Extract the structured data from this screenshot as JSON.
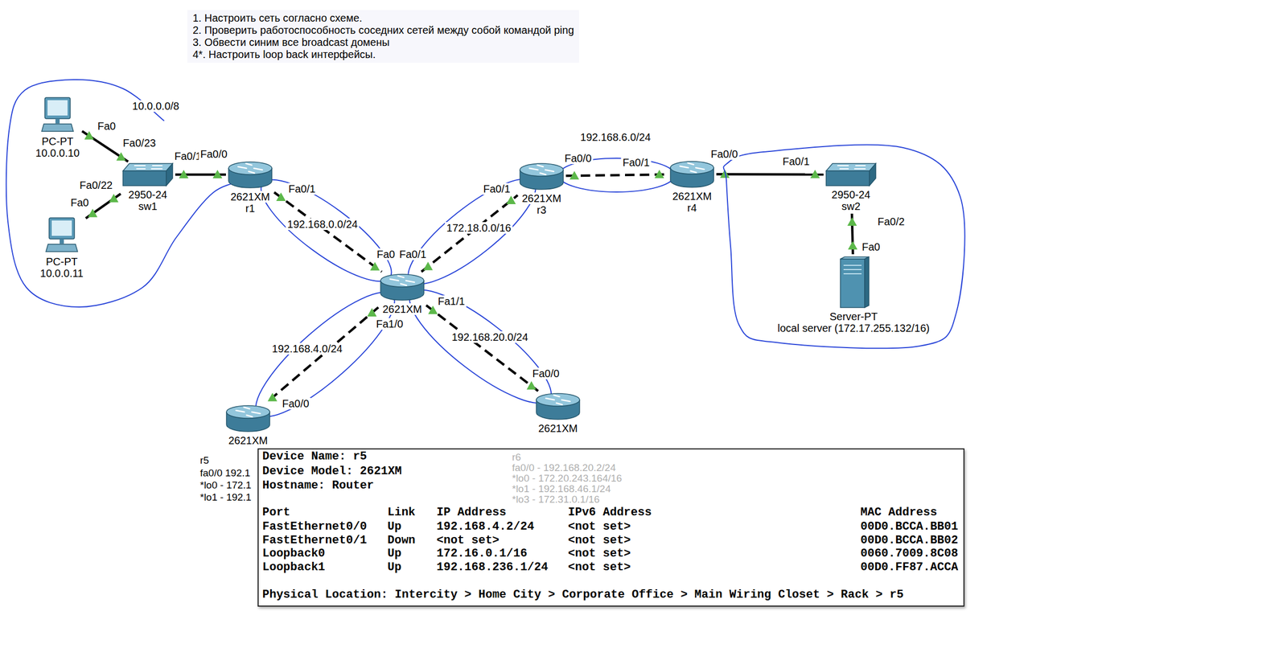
{
  "diagram": {
    "nodes": [
      {
        "text": [
          "1. Настроить сеть согласно схеме.",
          "2. Проверить работоспособность соседних сетей между собой командой ping",
          "3. Обвести синим все broadcast домены",
          "4*. Настроить loop back интерфейсы."
        ]
      },
      {
        "text": [
          "PC-PT",
          "10.0.0.10"
        ]
      },
      {
        "text": [
          "PC-PT",
          "10.0.0.11"
        ]
      },
      {
        "text": [
          "2950-24",
          "sw1"
        ]
      },
      {
        "text": [
          "2621XM",
          "r1"
        ]
      },
      {
        "text": [
          "2621XM"
        ]
      },
      {
        "text": [
          "2621XM",
          "r3"
        ]
      },
      {
        "text": [
          "2621XM",
          "r4"
        ]
      },
      {
        "text": [
          "2950-24",
          "sw2"
        ]
      },
      {
        "text": [
          "Server-PT",
          "local server (172.17.255.132/16)"
        ]
      },
      {
        "text": [
          "2621XM"
        ]
      },
      {
        "text": [
          "2621XM"
        ]
      },
      {
        "text": [
          "Device Name: r5",
          "Device Model: 2621XM",
          "Hostname: Router",
          "Port",
          "Link",
          "IP Address",
          "IPv6 Address",
          "MAC Address",
          "FastEthernet0/0",
          "Up",
          "192.168.4.2/24",
          "<not set>",
          "00D0.BCCA.BB01",
          "FastEthernet0/1",
          "Down",
          "<not set>",
          "<not set>",
          "00D0.BCCA.BB02",
          "Loopback0",
          "Up",
          "172.16.0.1/16",
          "<not set>",
          "0060.7009.8C08",
          "Loopback1",
          "Up",
          "192.168.236.1/24",
          "<not set>",
          "00D0.FF87.ACCA",
          "Physical Location: Intercity > Home City > Corporate Office > Main Wiring Closet > Rack > r5"
        ]
      }
    ],
    "edges": [
      {
        "from": 1,
        "to": 3,
        "arrow": "none"
      },
      {
        "from": 2,
        "to": 3,
        "arrow": "none"
      },
      {
        "from": 3,
        "to": 4,
        "arrow": "none"
      },
      {
        "from": 4,
        "to": 5,
        "label": "192.168.0.0/24",
        "arrow": "none"
      },
      {
        "from": 5,
        "to": 6,
        "label": "172.18.0.0/16",
        "arrow": "none"
      },
      {
        "from": 6,
        "to": 7,
        "label": "192.168.6.0/24",
        "arrow": "none"
      },
      {
        "from": 7,
        "to": 8,
        "arrow": "none"
      },
      {
        "from": 8,
        "to": 9,
        "arrow": "none"
      },
      {
        "from": 5,
        "to": 10,
        "label": "192.168.4.0/24",
        "arrow": "none"
      },
      {
        "from": 5,
        "to": 11,
        "label": "192.168.20.0/24",
        "arrow": "none"
      }
    ],
    "labels": [
      "10.0.0.0/8",
      "Fa0",
      "Fa0/23",
      "Fa0/22",
      "Fa0",
      "Fa0/1",
      "Fa0/0",
      "Fa0/1",
      "Fa0",
      "Fa0/1",
      "Fa0/1",
      "Fa0/0",
      "Fa0/1",
      "Fa0/0",
      "Fa0/1",
      "Fa0/2",
      "Fa0",
      "Fa1/0",
      "Fa1/1",
      "Fa0/0",
      "Fa0/0",
      "r5",
      "fa0/0 192.1",
      "*lo0 - 172.1",
      "*lo1 - 192.1",
      "r6",
      "fa0/0 - 192.168.20.2/24",
      "*lo0 - 172.20.243.164/16",
      "*lo1 - 192.168.46.1/24",
      "*lo3 - 172.31.0.1/16"
    ]
  }
}
